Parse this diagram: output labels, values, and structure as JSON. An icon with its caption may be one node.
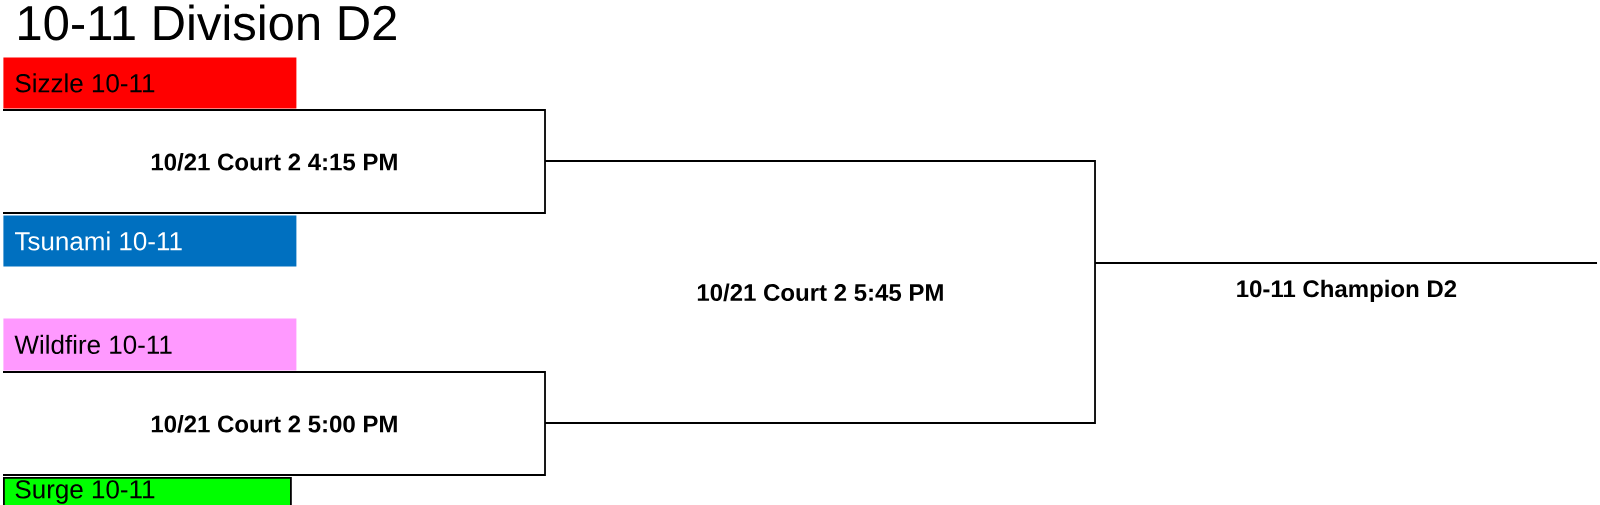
{
  "diagram": {
    "title": "10-11 Division D2",
    "nodes": [
      {
        "text": [
          "Sizzle 10-11"
        ]
      },
      {
        "text": [
          "10/21 Court 2 4:15 PM"
        ]
      },
      {
        "text": [
          "Tsunami 10-11"
        ]
      },
      {
        "text": [
          "Wildfire 10-11"
        ]
      },
      {
        "text": [
          "10/21 Court 2 5:00 PM"
        ]
      },
      {
        "text": [
          "Surge 10-11"
        ]
      },
      {
        "text": [
          "10/21 Court 2 5:45 PM"
        ]
      },
      {
        "text": [
          "10-11 Champion D2"
        ]
      }
    ]
  }
}
